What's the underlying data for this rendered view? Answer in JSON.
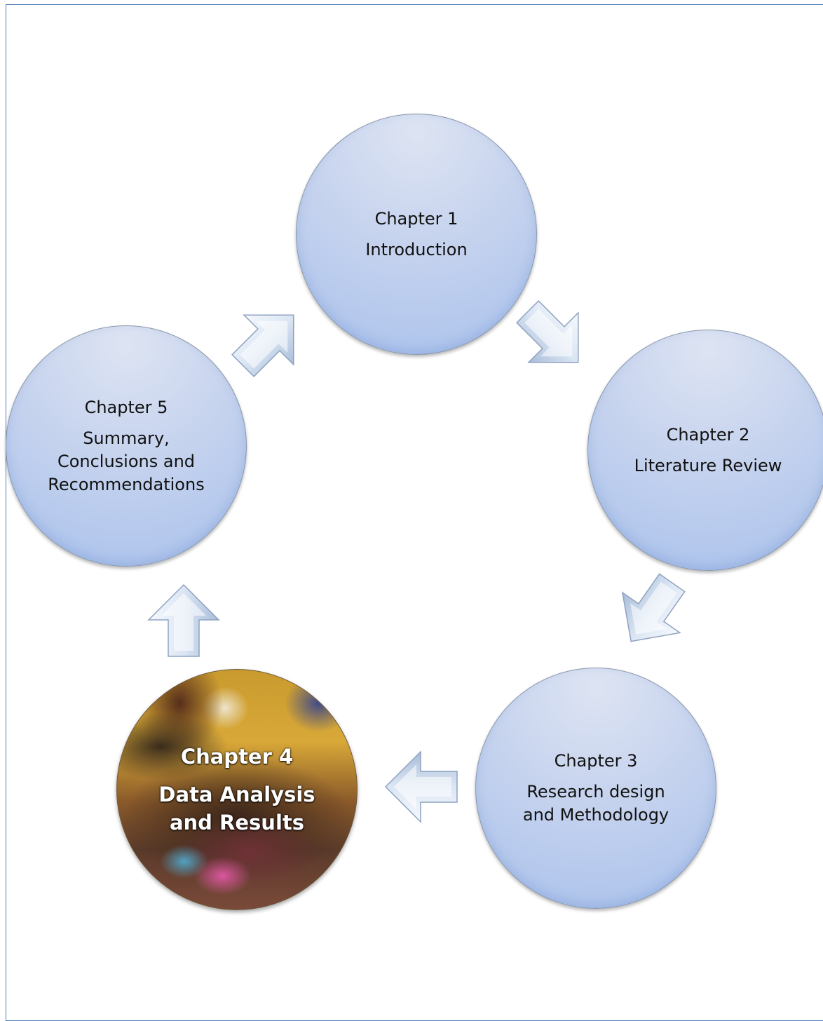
{
  "diagram": {
    "nodes": [
      {
        "id": "ch1",
        "title": "Chapter 1",
        "subtitle": "Introduction"
      },
      {
        "id": "ch2",
        "title": "Chapter 2",
        "subtitle": "Literature Review"
      },
      {
        "id": "ch3",
        "title": "Chapter 3",
        "subtitle": "Research design and Methodology"
      },
      {
        "id": "ch4",
        "title": "Chapter 4",
        "subtitle": "Data Analysis and Results",
        "has_photo": true
      },
      {
        "id": "ch5",
        "title": "Chapter 5",
        "subtitle": "Summary, Conclusions and Recommendations"
      }
    ],
    "arrows": [
      {
        "from": "ch1",
        "to": "ch2",
        "icon": "arrow-right-icon"
      },
      {
        "from": "ch2",
        "to": "ch3",
        "icon": "arrow-right-icon"
      },
      {
        "from": "ch3",
        "to": "ch4",
        "icon": "arrow-right-icon"
      },
      {
        "from": "ch4",
        "to": "ch5",
        "icon": "arrow-right-icon"
      },
      {
        "from": "ch5",
        "to": "ch1",
        "icon": "arrow-right-icon"
      }
    ],
    "colors": {
      "node_fill": "#c6d3ee",
      "node_border": "#8a97ab",
      "arrow_fill": "#dbe6f4",
      "frame_border": "#4f81bd"
    }
  }
}
